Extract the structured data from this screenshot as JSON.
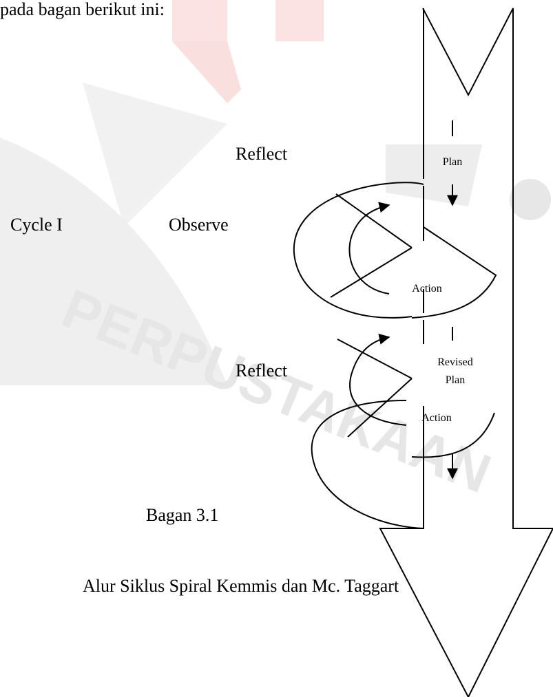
{
  "intro_fragment": "pada bagan berikut ini:",
  "labels": {
    "plan": "Plan",
    "action_1": "Action",
    "reflect_1": "Reflect",
    "observe": "Observe",
    "cycle": "Cycle I",
    "revised_plan_line1": "Revised",
    "revised_plan_line2": "Plan",
    "action_2": "Action",
    "reflect_2": "Reflect"
  },
  "figure_number": "Bagan 3.1",
  "caption": "Alur Siklus Spiral Kemmis dan Mc. Taggart",
  "watermark": {
    "text": "PERPUSTAKAAN",
    "colors": {
      "red": "#fbe3e3",
      "gray": "#ececec"
    }
  }
}
